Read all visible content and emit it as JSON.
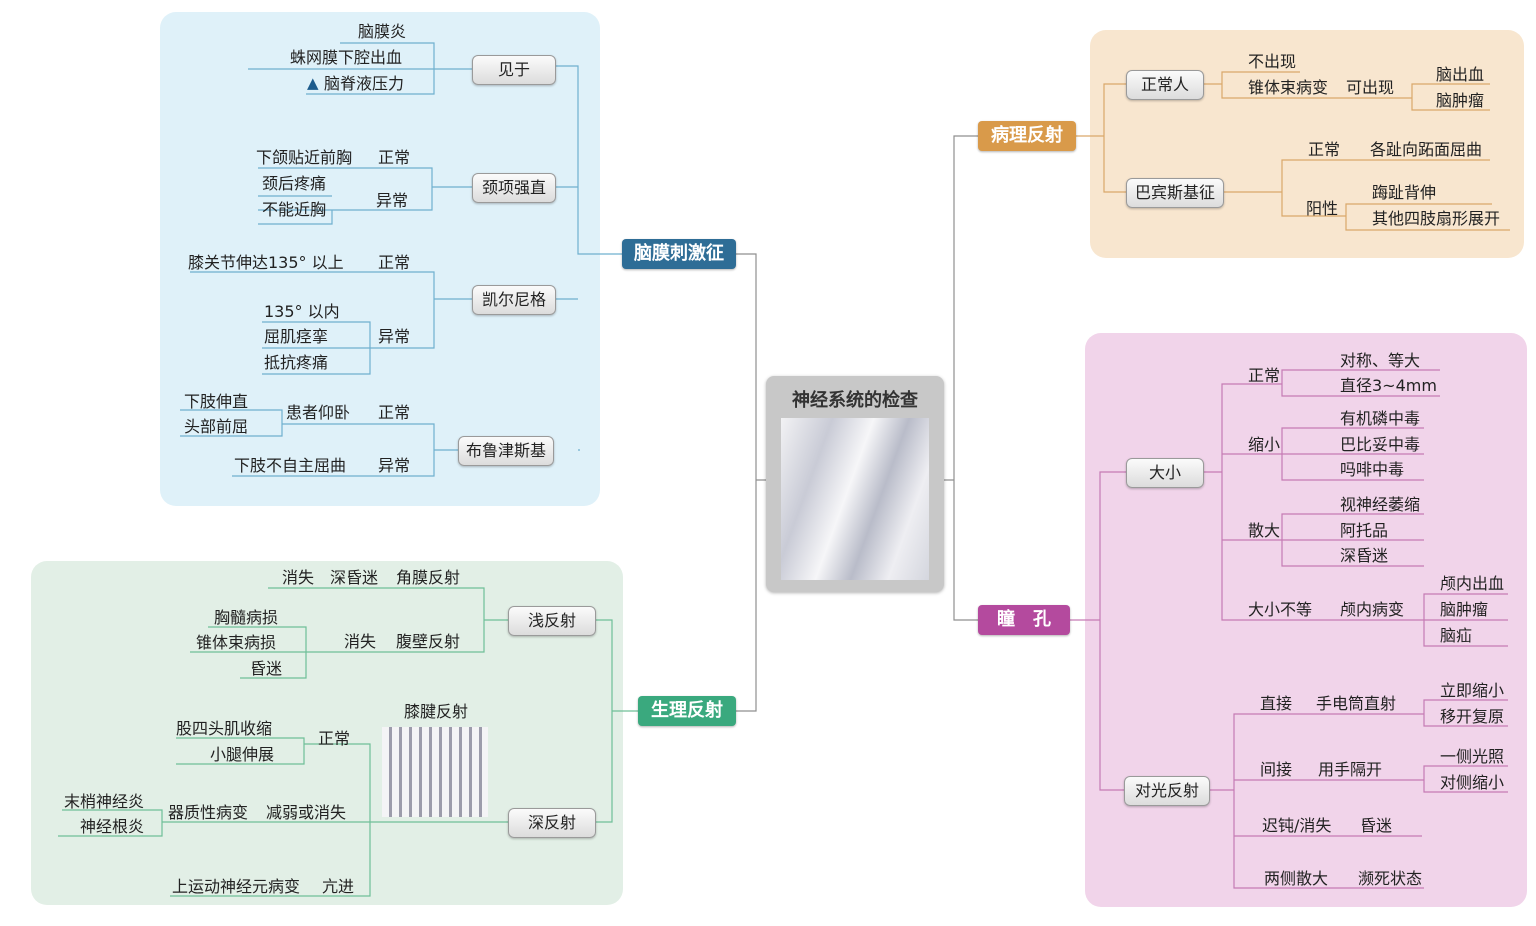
{
  "center": {
    "title": "神经系统的检查",
    "photo_icon": "patient-exam-photo"
  },
  "colors": {
    "meningeal": "#2e6d96",
    "physio": "#3aa97e",
    "patho": "#d99a4a",
    "pupil": "#b44a9e"
  },
  "meningeal": {
    "title": "脑膜刺激征",
    "seen_in": {
      "label": "见于",
      "items": [
        "脑膜炎",
        "蛛网膜下腔出血",
        "脑脊液压力"
      ],
      "arrow_icon": "up-arrow-icon"
    },
    "neck": {
      "label": "颈项强直",
      "items": [
        "下颌贴近前胸",
        "颈后疼痛",
        "不能近胸"
      ],
      "normal": "正常",
      "abnormal": "异常"
    },
    "kernig": {
      "label": "凯尔尼格",
      "items": [
        "膝关节伸达135° 以上",
        "135° 以内",
        "屈肌痉挛",
        "抵抗疼痛"
      ],
      "normal": "正常",
      "abnormal": "异常"
    },
    "brudzinski": {
      "label": "布鲁津斯基",
      "items": [
        "下肢伸直",
        "头部前屈",
        "患者仰卧",
        "下肢不自主屈曲"
      ],
      "normal": "正常",
      "abnormal": "异常"
    }
  },
  "physio": {
    "title": "生理反射",
    "superficial": {
      "label": "浅反射",
      "lines": [
        "消失",
        "深昏迷",
        "角膜反射",
        "胸髓病损",
        "锥体束病损",
        "昏迷",
        "消失",
        "腹壁反射"
      ]
    },
    "deep": {
      "label": "深反射",
      "photo_label": "膝腱反射",
      "photo_icon": "knee-reflex-photo",
      "lines": [
        "股四头肌收缩",
        "小腿伸展",
        "正常",
        "末梢神经炎",
        "神经根炎",
        "器质性病变",
        "减弱或消失",
        "上运动神经元病变",
        "亢进"
      ]
    }
  },
  "patho": {
    "title": "病理反射",
    "normal_person": {
      "label": "正常人",
      "lines": [
        "不出现",
        "锥体束病变",
        "可出现",
        "脑出血",
        "脑肿瘤"
      ]
    },
    "babinski": {
      "label": "巴宾斯基征",
      "lines": [
        "正常",
        "各趾向跖面屈曲",
        "阳性",
        "踇趾背伸",
        "其他四肢扇形展开"
      ]
    }
  },
  "pupil": {
    "title": "瞳　孔",
    "size": {
      "label": "大小",
      "lines": [
        "正常",
        "对称、等大",
        "直径3~4mm",
        "缩小",
        "有机磷中毒",
        "巴比妥中毒",
        "吗啡中毒",
        "散大",
        "视神经萎缩",
        "阿托品",
        "深昏迷",
        "大小不等",
        "颅内病变",
        "颅内出血",
        "脑肿瘤",
        "脑疝"
      ]
    },
    "light": {
      "label": "对光反射",
      "lines": [
        "直接",
        "手电筒直射",
        "立即缩小",
        "移开复原",
        "间接",
        "用手隔开",
        "一侧光照",
        "对侧缩小",
        "迟钝/消失",
        "昏迷",
        "两侧散大",
        "濒死状态"
      ]
    }
  }
}
